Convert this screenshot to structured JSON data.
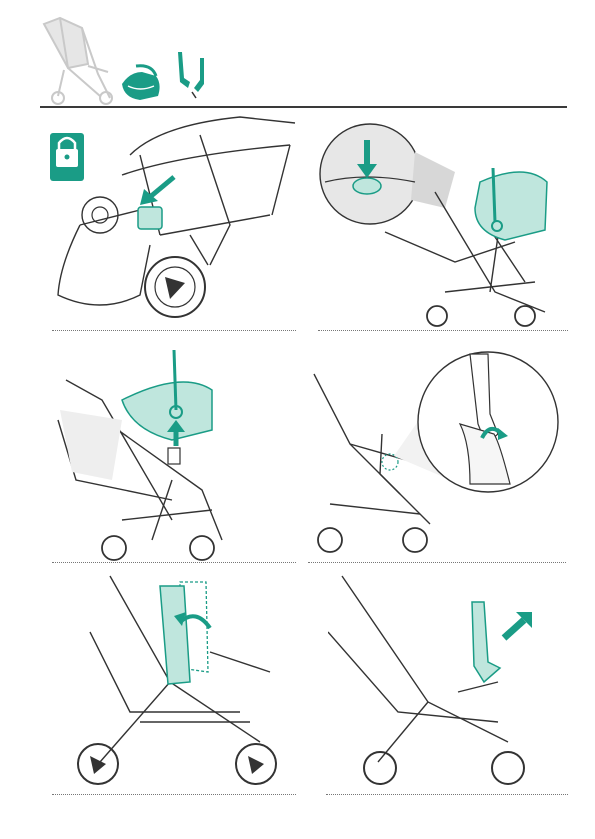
{
  "page": {
    "document_type": "assembly-instructions",
    "text": []
  },
  "colors": {
    "accent": "#1a9c86",
    "accent_light": "#bfe6dd",
    "line": "#333333",
    "ghost": "#c9c9c9",
    "rule": "#3a3a3a",
    "zoom_bg": "#e7e7e7"
  },
  "header": {
    "icons": [
      "stroller-icon",
      "infant-car-seat-icon",
      "car-seat-adapters-icon"
    ]
  },
  "steps": [
    {
      "id": 1,
      "icon": "lock-icon",
      "arrow": "press-down-arrow-icon"
    },
    {
      "id": 2,
      "icon": "zoom-callout-icon",
      "arrow": "press-down-arrow-icon"
    },
    {
      "id": 3,
      "icon": "none",
      "arrow": "lift-up-arrow-icon"
    },
    {
      "id": 4,
      "icon": "zoom-callout-icon",
      "arrow": "rotate-arrow-icon"
    },
    {
      "id": 5,
      "icon": "none",
      "arrow": "rotate-arrow-icon"
    },
    {
      "id": 6,
      "icon": "none",
      "arrow": "remove-diagonal-arrow-icon"
    }
  ]
}
